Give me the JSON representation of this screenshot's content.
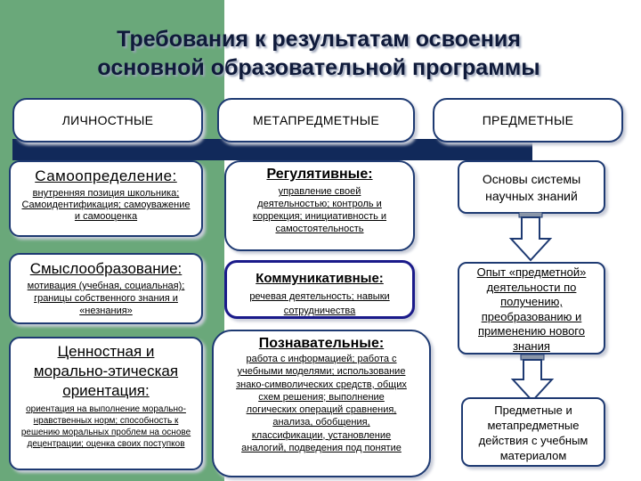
{
  "title": {
    "line1": "Требования к результатам освоения",
    "line2": "основной образовательной  программы"
  },
  "headers": [
    "ЛИЧНОСТНЫЕ",
    "МЕТАПРЕДМЕТНЫЕ",
    "ПРЕДМЕТНЫЕ"
  ],
  "personal": [
    {
      "heading": "Самоопределение:",
      "body": "внутренняя позиция школьника; Самоидентификация; самоуважение и самооценка"
    },
    {
      "heading": "Смыслообразование:",
      "body": "мотивация (учебная, социальная); границы собственного знания и «незнания»"
    },
    {
      "heading": "Ценностная и морально-этическая ориентация:",
      "body": "ориентация на выполнение морально-нравственных норм; способность к решению моральных проблем на основе децентрации; оценка своих поступков"
    }
  ],
  "meta": [
    {
      "heading": "Регулятивные:",
      "body": "управление своей деятельностью; контроль и коррекция; инициативность и самостоятельность"
    },
    {
      "heading": "Коммуникативные:",
      "body": "речевая деятельность; навыки сотрудничества"
    },
    {
      "heading": "Познавательные:",
      "body": "работа с информацией; работа с учебными моделями; использование знако-символических средств, общих схем решения; выполнение логических операций сравнения,  анализа, обобщения, классификации, установление аналогий, подведения под понятие"
    }
  ],
  "subject": [
    "Основы системы научных знаний",
    "Опыт «предметной» деятельности по получению, преобразованию и применению нового знания",
    "Предметные и метапредметные действия с учебным материалом"
  ]
}
